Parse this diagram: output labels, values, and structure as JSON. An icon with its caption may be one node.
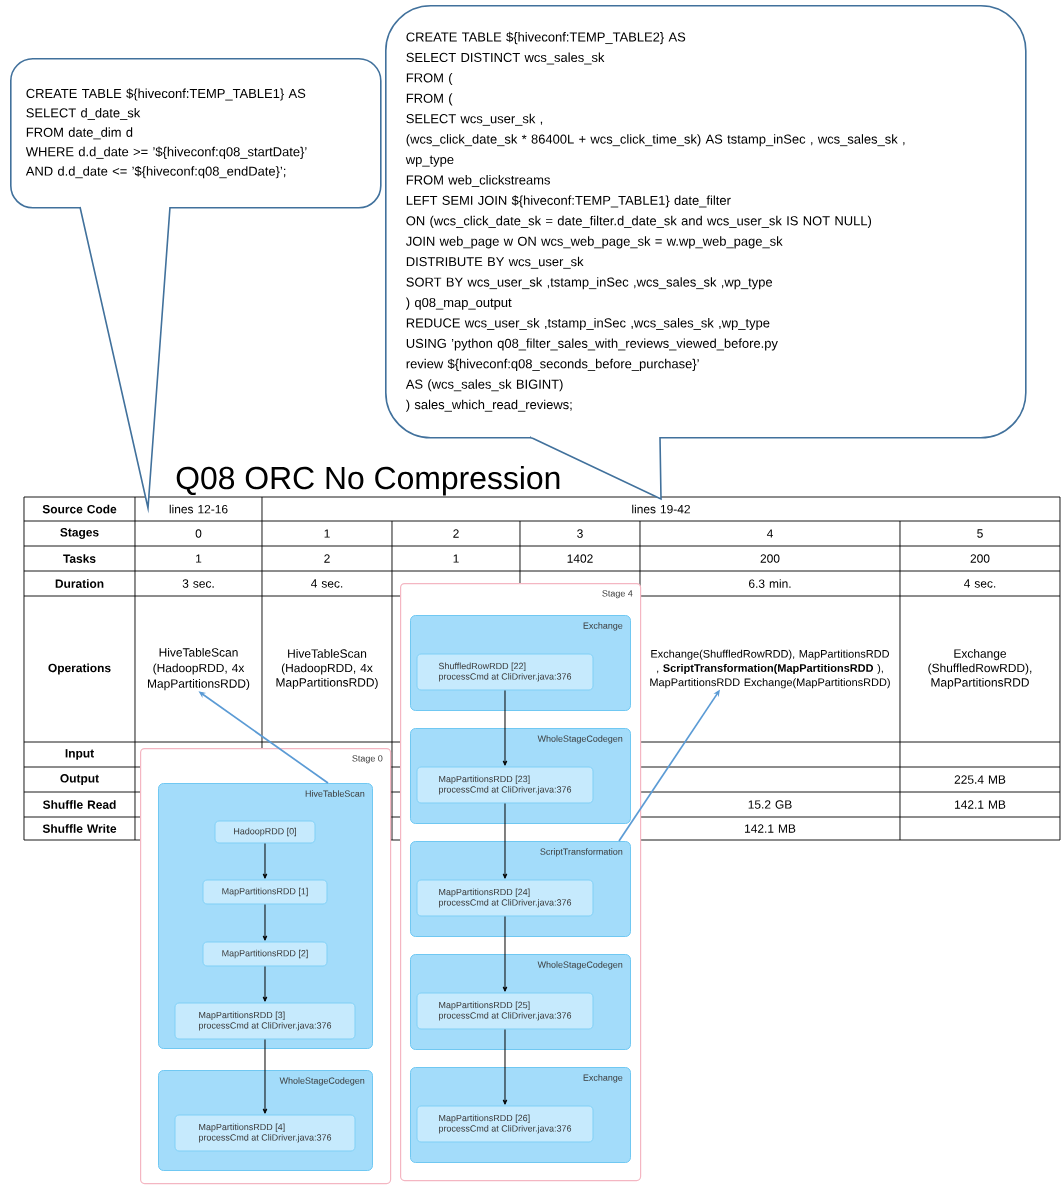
{
  "diagram": {
    "title": "Q08 ORC No Compression",
    "nodes": [
      {
        "text": [
          "CREATE TABLE ${hiveconf:TEMP_TABLE1} AS",
          "SELECT d_date_sk",
          "FROM date_dim d",
          "WHERE d.d_date >= ’${hiveconf:q08_startDate}’",
          "AND d.d_date <= ’${hiveconf:q08_endDate}’;"
        ]
      },
      {
        "text": [
          "CREATE TABLE ${hiveconf:TEMP_TABLE2} AS",
          "SELECT DISTINCT wcs_sales_sk",
          "FROM (",
          "FROM (",
          "SELECT wcs_user_sk ,",
          "(wcs_click_date_sk * 86400L + wcs_click_time_sk) AS tstamp_inSec , wcs_sales_sk ,",
          "wp_type",
          "FROM web_clickstreams",
          "LEFT SEMI JOIN ${hiveconf:TEMP_TABLE1} date_filter",
          "ON (wcs_click_date_sk = date_filter.d_date_sk and wcs_user_sk IS NOT NULL)",
          "JOIN web_page w ON wcs_web_page_sk = w.wp_web_page_sk",
          "DISTRIBUTE BY wcs_user_sk",
          "SORT BY wcs_user_sk ,tstamp_inSec ,wcs_sales_sk ,wp_type",
          ") q08_map_output",
          "REDUCE wcs_user_sk ,tstamp_inSec ,wcs_sales_sk ,wp_type",
          "USING ’python q08_filter_sales_with_reviews_viewed_before.py",
          "review ${hiveconf:q08_seconds_before_purchase}’",
          "AS (wcs_sales_sk BIGINT)",
          ") sales_which_read_reviews;"
        ]
      },
      {
        "text": [
          "HiveTableScan (HadoopRDD, 4x MapPartitionsRDD)"
        ]
      },
      {
        "text": [
          "Exchange(ShuffledRowRDD), MapPartitionsRDD , **ScriptTransformation(MapPartitionsRDD** ), MapPartitionsRDD Exchange(MapPartitionsRDD)"
        ]
      },
      {
        "text": [
          "Stage 0"
        ]
      },
      {
        "text": [
          "HiveTableScan"
        ],
        "in": 4
      },
      {
        "text": [
          "HadoopRDD [0]"
        ],
        "in": 5
      },
      {
        "text": [
          "MapPartitionsRDD [1]"
        ],
        "in": 5
      },
      {
        "text": [
          "MapPartitionsRDD [2]"
        ],
        "in": 5
      },
      {
        "text": [
          "MapPartitionsRDD [3]",
          "processCmd at CliDriver.java:376"
        ],
        "in": 5
      },
      {
        "text": [
          "WholeStageCodegen"
        ],
        "in": 4
      },
      {
        "text": [
          "MapPartitionsRDD [4]",
          "processCmd at CliDriver.java:376"
        ],
        "in": 10
      },
      {
        "text": [
          "Stage 4"
        ]
      },
      {
        "text": [
          "Exchange"
        ],
        "in": 12
      },
      {
        "text": [
          "ShuffledRowRDD [22]",
          "processCmd at CliDriver.java:376"
        ],
        "in": 13
      },
      {
        "text": [
          "WholeStageCodegen"
        ],
        "in": 12
      },
      {
        "text": [
          "MapPartitionsRDD [23]",
          "processCmd at CliDriver.java:376"
        ],
        "in": 15
      },
      {
        "text": [
          "ScriptTransformation"
        ],
        "in": 12
      },
      {
        "text": [
          "MapPartitionsRDD [24]",
          "processCmd at CliDriver.java:376"
        ],
        "in": 17
      },
      {
        "text": [
          "WholeStageCodegen"
        ],
        "in": 12
      },
      {
        "text": [
          "MapPartitionsRDD [25]",
          "processCmd at CliDriver.java:376"
        ],
        "in": 19
      },
      {
        "text": [
          "Exchange"
        ],
        "in": 12
      },
      {
        "text": [
          "MapPartitionsRDD [26]",
          "processCmd at CliDriver.java:376"
        ],
        "in": 21
      }
    ],
    "edges": [
      {
        "from": 6,
        "to": 7,
        "arrow": "to"
      },
      {
        "from": 7,
        "to": 8,
        "arrow": "to"
      },
      {
        "from": 8,
        "to": 9,
        "arrow": "to"
      },
      {
        "from": 9,
        "to": 11,
        "arrow": "to"
      },
      {
        "from": 14,
        "to": 16,
        "arrow": "to"
      },
      {
        "from": 16,
        "to": 18,
        "arrow": "to"
      },
      {
        "from": 18,
        "to": 20,
        "arrow": "to"
      },
      {
        "from": 20,
        "to": 22,
        "arrow": "to"
      },
      {
        "from": 5,
        "to": 2,
        "arrow": "to",
        "color": "#5b9bd5"
      },
      {
        "from": 17,
        "to": 3,
        "arrow": "to",
        "color": "#5b9bd5"
      }
    ],
    "labels": [
      "Source Code",
      "lines 12-16",
      "lines 19-42",
      "Stages",
      "0",
      "1",
      "2",
      "3",
      "4",
      "5",
      "Tasks",
      "1",
      "2",
      "1",
      "1402",
      "200",
      "200",
      "Duration",
      "3 sec.",
      "4 sec.",
      "6.3 min.",
      "4 sec.",
      "Operations",
      "HiveTableScan (HadoopRDD, 4x MapPartitionsRDD)",
      "Exchange (ShuffledRowRDD), MapPartitionsRDD",
      "Input",
      "Output",
      "225.4 MB",
      "Shuffle Read",
      "15.2 GB",
      "142.1 MB",
      "Shuffle Write",
      "142.1 MB"
    ]
  }
}
